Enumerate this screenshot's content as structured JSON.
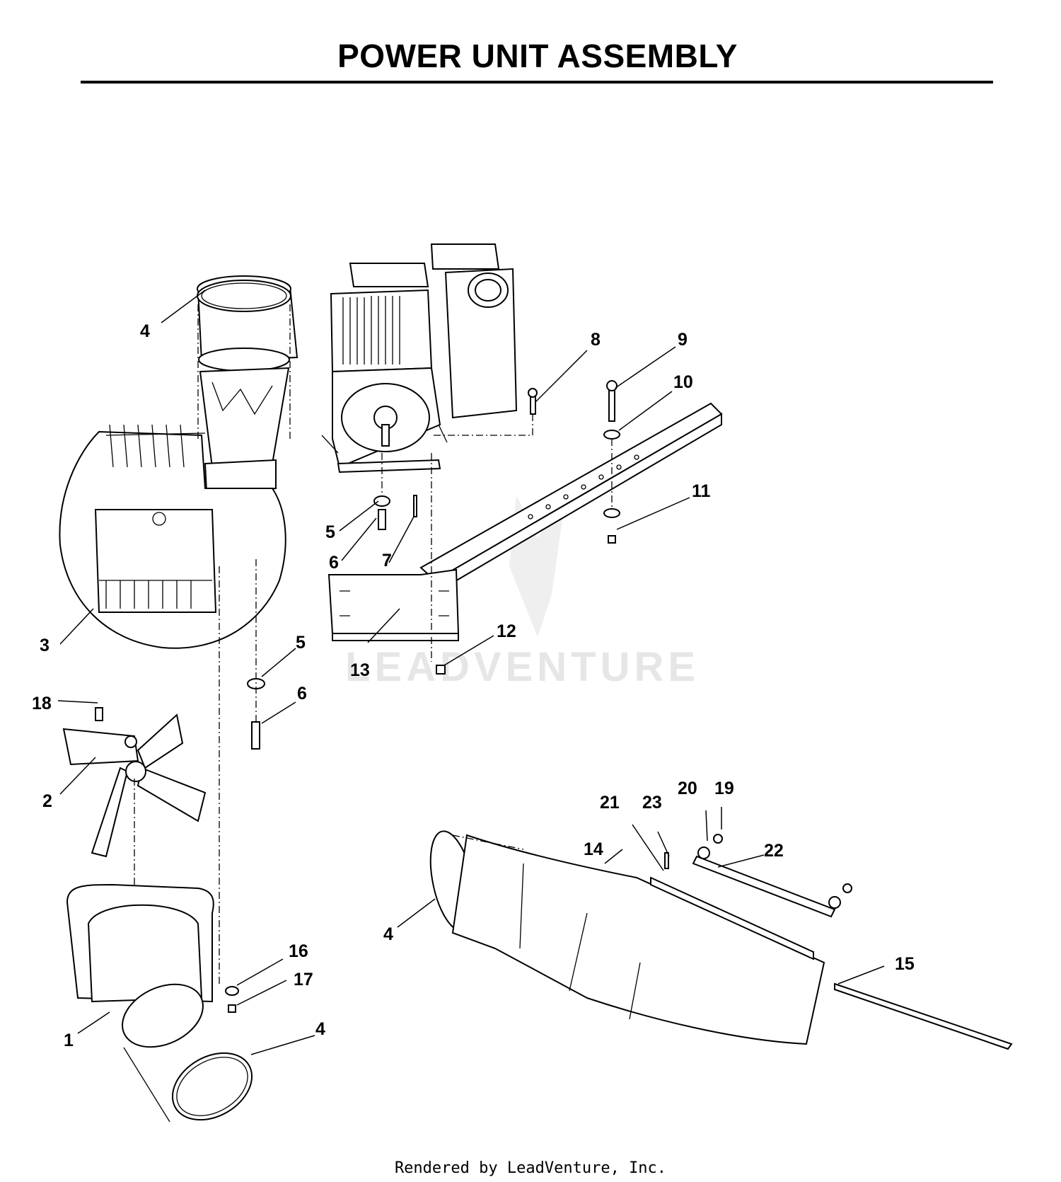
{
  "title": "POWER UNIT ASSEMBLY",
  "watermark": "LEADVENTURE",
  "footer": "Rendered by LeadVenture, Inc.",
  "callouts": {
    "c1": "1",
    "c2": "2",
    "c3": "3",
    "c4a": "4",
    "c4b": "4",
    "c4c": "4",
    "c5a": "5",
    "c5b": "5",
    "c6a": "6",
    "c6b": "6",
    "c7": "7",
    "c8": "8",
    "c9": "9",
    "c10": "10",
    "c11": "11",
    "c12": "12",
    "c13": "13",
    "c14": "14",
    "c15": "15",
    "c16": "16",
    "c17": "17",
    "c18": "18",
    "c19": "19",
    "c20": "20",
    "c21": "21",
    "c22": "22",
    "c23": "23"
  }
}
